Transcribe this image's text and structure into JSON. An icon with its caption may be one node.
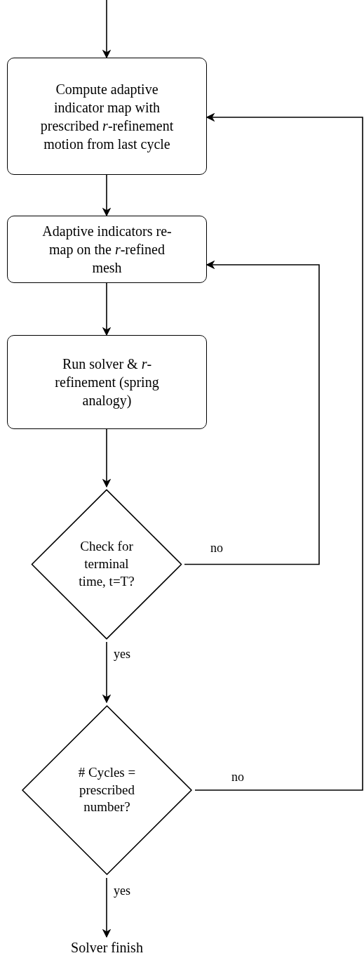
{
  "diagram": {
    "nodes": [
      {
        "text": [
          "Compute adaptive indicator map with prescribed *r*-refinement motion from last cycle"
        ]
      },
      {
        "text": [
          "Adaptive indicators re-map on the *r*-refined mesh"
        ]
      },
      {
        "text": [
          "Run solver & *r*-refinement (spring analogy)"
        ]
      },
      {
        "text": [
          "Check for terminal time, t=T?"
        ]
      },
      {
        "text": [
          "# Cycles = prescribed number?"
        ]
      },
      {
        "text": [
          "Solver finish"
        ]
      }
    ],
    "edges": [
      {
        "from": null,
        "to": 0,
        "arrow": "to"
      },
      {
        "from": 0,
        "to": 1,
        "arrow": "to"
      },
      {
        "from": 1,
        "to": 2,
        "arrow": "to"
      },
      {
        "from": 2,
        "to": 3,
        "arrow": "to"
      },
      {
        "from": 3,
        "to": 1,
        "arrow": "to",
        "label": "no"
      },
      {
        "from": 3,
        "to": 4,
        "arrow": "to",
        "label": "yes"
      },
      {
        "from": 4,
        "to": 0,
        "arrow": "to",
        "label": "no"
      },
      {
        "from": 4,
        "to": 5,
        "arrow": "to",
        "label": "yes"
      }
    ]
  }
}
